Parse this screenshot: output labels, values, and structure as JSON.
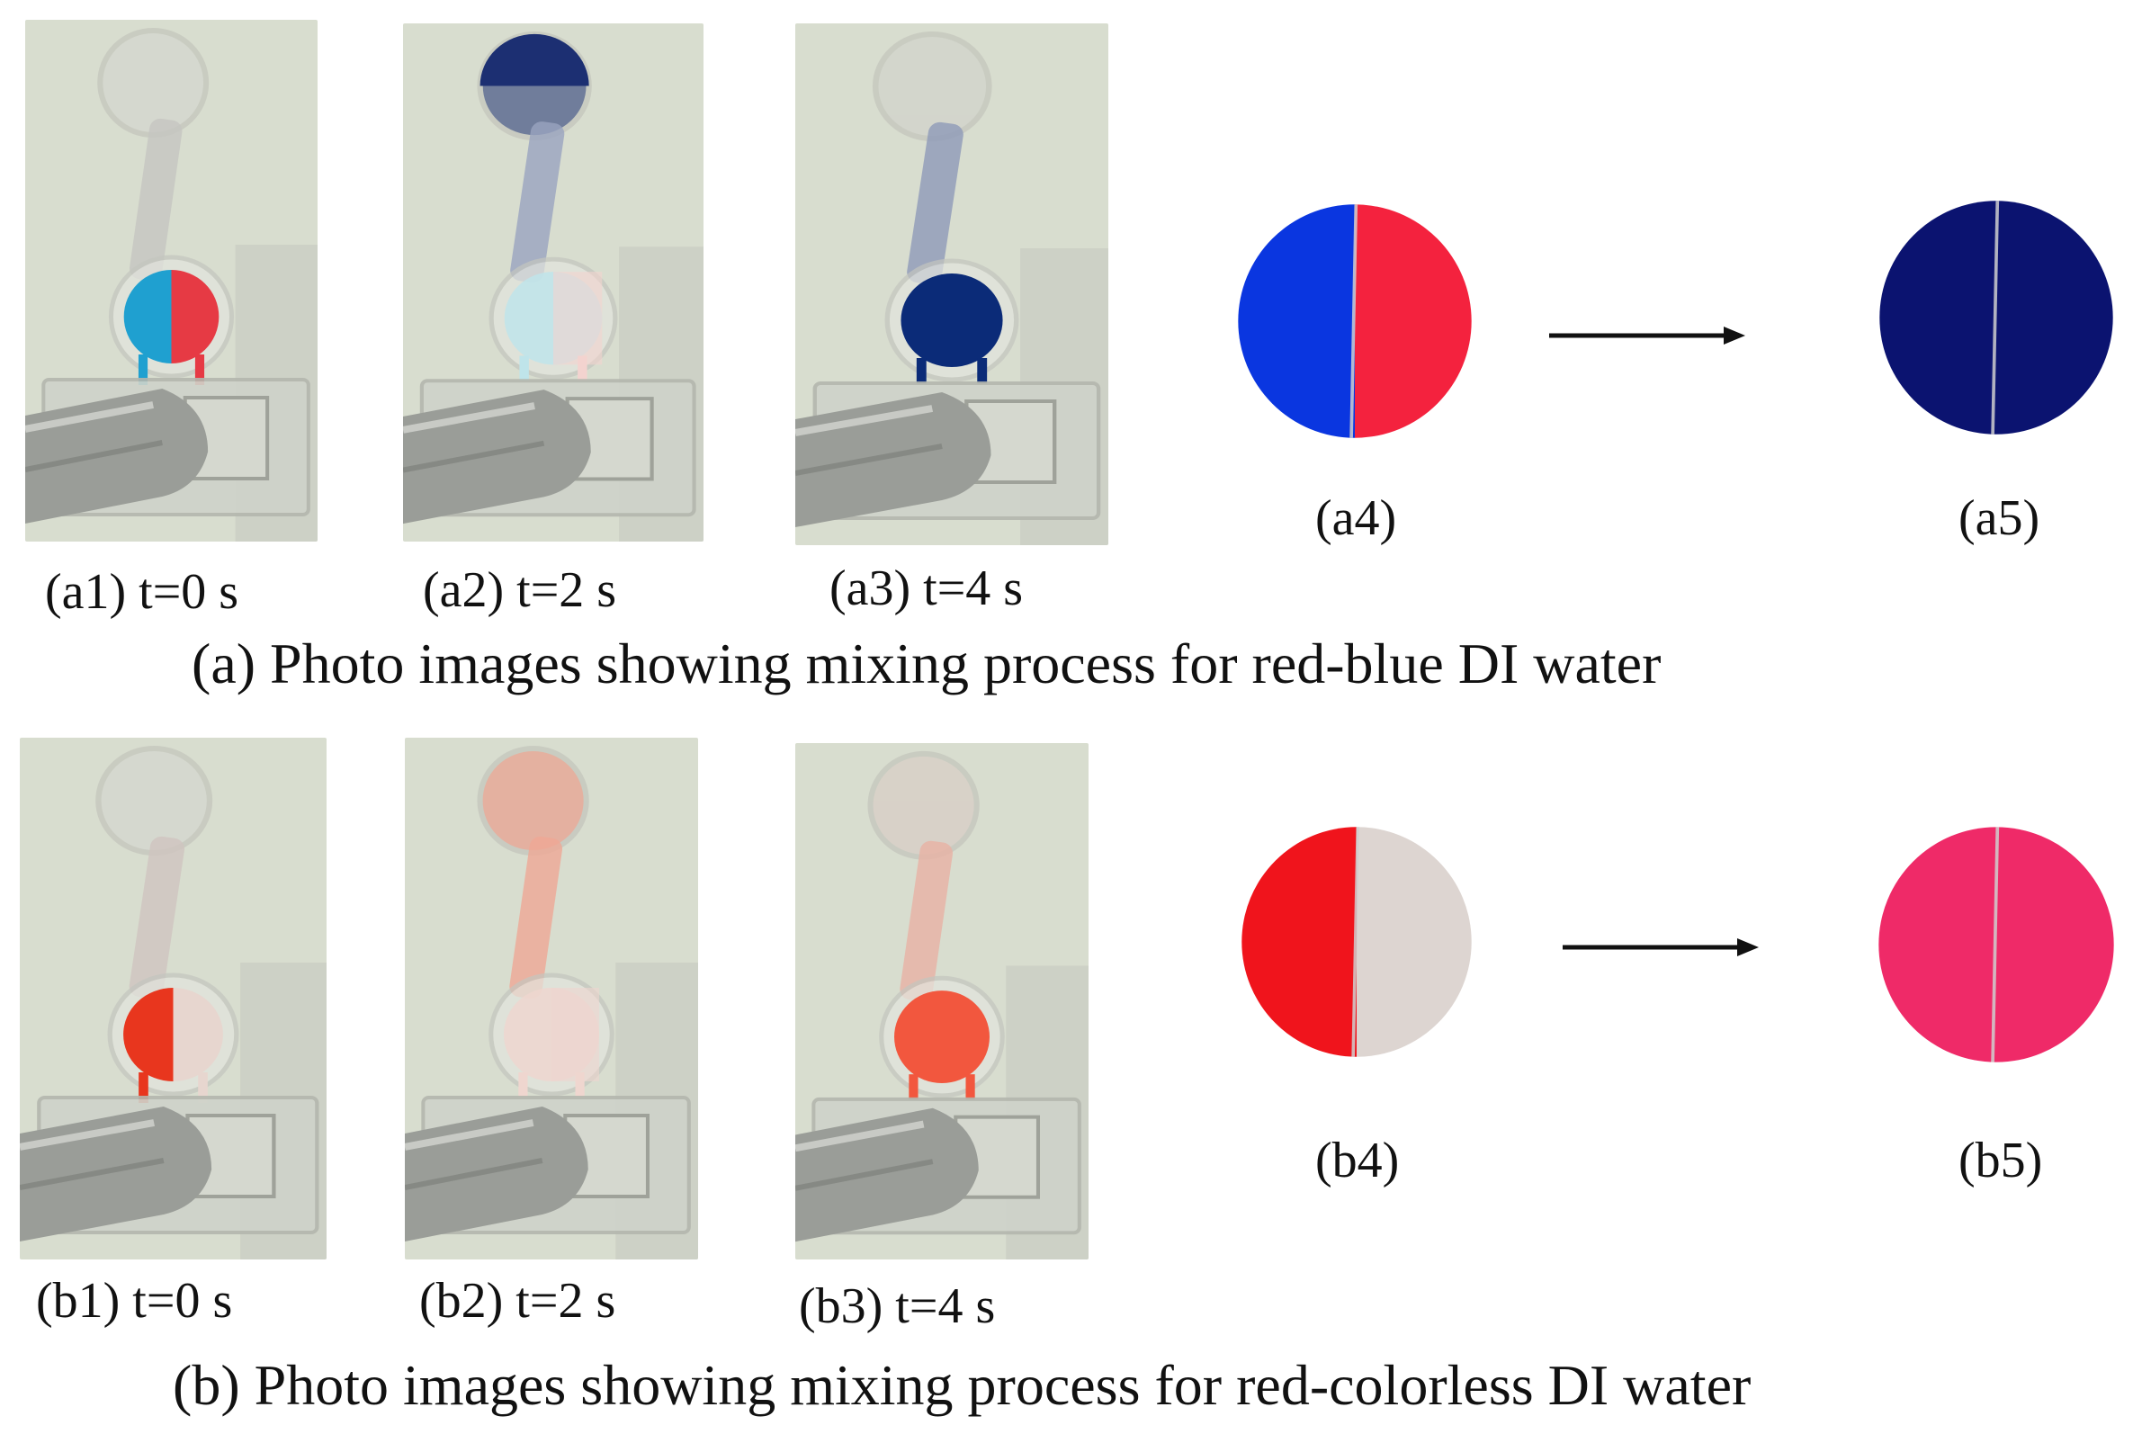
{
  "rows": [
    {
      "id": "a",
      "caption": "(a) Photo images showing mixing process for red-blue DI water",
      "photos": [
        {
          "label": "(a1) t=0 s",
          "state": "split",
          "left_color": "#1fa0d0",
          "right_color": "#e63a44",
          "upper_tint": "#d4d4d0",
          "tube_tint": "#c6c6c0"
        },
        {
          "label": "(a2) t=2 s",
          "state": "pale",
          "left_color": "#bfe4ea",
          "right_color": "#f3d3cf",
          "upper_tint": "#1c2f72",
          "tube_tint": "#9aa4bf"
        },
        {
          "label": "(a3) t=4 s",
          "state": "mixed",
          "left_color": "#0b2b78",
          "right_color": "#0b2b78",
          "upper_tint": "#cfcfca",
          "tube_tint": "#8f9ab8"
        }
      ],
      "discs": [
        {
          "label": "(a4)",
          "left_color": "#0a36e0",
          "right_color": "#f4223e"
        },
        {
          "label": "(a5)",
          "left_color": "#0b1370",
          "right_color": "#0b1370"
        }
      ]
    },
    {
      "id": "b",
      "caption": "(b) Photo images showing mixing process for red-colorless DI water",
      "photos": [
        {
          "label": "(b1) t=0 s",
          "state": "split",
          "left_color": "#e8361e",
          "right_color": "#e7d6cf",
          "upper_tint": "#d4d4d0",
          "tube_tint": "#cfc4bf"
        },
        {
          "label": "(b2) t=2 s",
          "state": "pale",
          "left_color": "#efd6cf",
          "right_color": "#efd6cf",
          "upper_tint": "#ef8c7a",
          "tube_tint": "#efa795"
        },
        {
          "label": "(b3) t=4 s",
          "state": "mixed",
          "left_color": "#f2573e",
          "right_color": "#f2573e",
          "upper_tint": "#d9c8c3",
          "tube_tint": "#e8b1a4"
        }
      ],
      "discs": [
        {
          "label": "(b4)",
          "left_color": "#f0141c",
          "right_color": "#ddd5d1"
        },
        {
          "label": "(b5)",
          "left_color": "#ef2a68",
          "right_color": "#ef2a68"
        }
      ]
    }
  ],
  "colors": {
    "photo_background": "#d8ddcf",
    "device_plate": "#cfd3ca",
    "metal_rod": "#9a9d98",
    "arrow": "#111111"
  }
}
